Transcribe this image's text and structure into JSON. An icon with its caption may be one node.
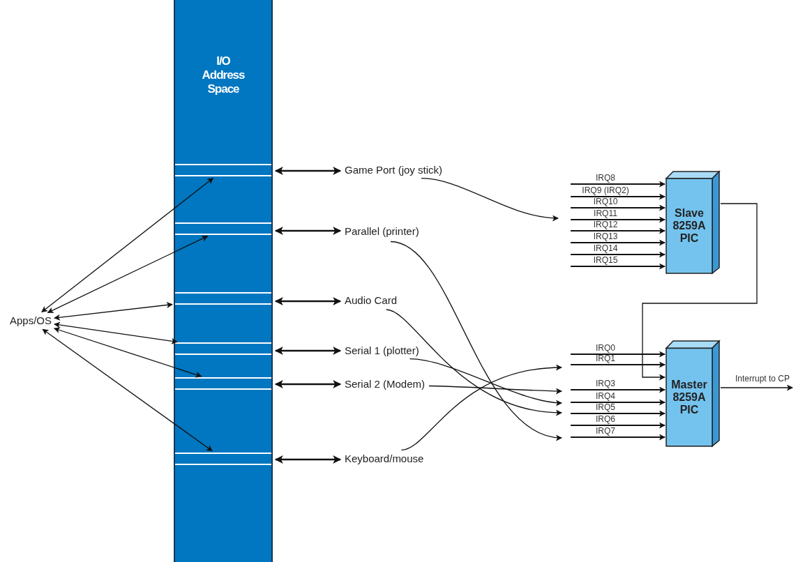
{
  "diagram": {
    "nodes": [
      {
        "text": [
          "I/O Address Space"
        ]
      },
      {
        "text": [],
        "shape": "box",
        "in": 0
      },
      {
        "text": [],
        "shape": "box",
        "in": 0
      },
      {
        "text": [],
        "shape": "box",
        "in": 0
      },
      {
        "text": [],
        "shape": "box",
        "in": 0
      },
      {
        "text": [],
        "shape": "box",
        "in": 0
      },
      {
        "text": [],
        "shape": "box",
        "in": 0
      },
      {
        "text": [
          "Apps/OS"
        ]
      },
      {
        "text": [
          "Game Port (joy stick)"
        ]
      },
      {
        "text": [
          "Parallel (printer)"
        ]
      },
      {
        "text": [
          "Audio Card"
        ]
      },
      {
        "text": [
          "Serial 1 (plotter)"
        ]
      },
      {
        "text": [
          "Serial 2 (Modem)"
        ]
      },
      {
        "text": [
          "Keyboard/mouse"
        ]
      },
      {
        "text": [
          "Slave 8259A PIC"
        ]
      },
      {
        "text": [
          "Master 8259A PIC"
        ]
      }
    ],
    "edges": [
      {
        "from": 7,
        "to": 1,
        "arrow": "both"
      },
      {
        "from": 7,
        "to": 2,
        "arrow": "both"
      },
      {
        "from": 7,
        "to": 3,
        "arrow": "both"
      },
      {
        "from": 7,
        "to": 4,
        "arrow": "both"
      },
      {
        "from": 7,
        "to": 5,
        "arrow": "both"
      },
      {
        "from": 7,
        "to": 6,
        "arrow": "both"
      },
      {
        "from": 1,
        "to": 8,
        "arrow": "both"
      },
      {
        "from": 2,
        "to": 9,
        "arrow": "both"
      },
      {
        "from": 3,
        "to": 10,
        "arrow": "both"
      },
      {
        "from": 4,
        "to": 11,
        "arrow": "both"
      },
      {
        "from": 5,
        "to": 12,
        "arrow": "both"
      },
      {
        "from": 6,
        "to": 13,
        "arrow": "both"
      },
      {
        "from": 8,
        "to": null,
        "arrow": "to"
      },
      {
        "from": 9,
        "to": null,
        "arrow": "to"
      },
      {
        "from": 10,
        "to": null,
        "arrow": "to"
      },
      {
        "from": 11,
        "to": null,
        "arrow": "to"
      },
      {
        "from": 12,
        "to": null,
        "arrow": "to"
      },
      {
        "from": 13,
        "to": null,
        "arrow": "to"
      },
      {
        "from": null,
        "to": 14,
        "arrow": "to",
        "label": "IRQ8"
      },
      {
        "from": null,
        "to": 14,
        "arrow": "to",
        "label": "IRQ9 (IRQ2)"
      },
      {
        "from": null,
        "to": 14,
        "arrow": "to",
        "label": "IRQ10"
      },
      {
        "from": null,
        "to": 14,
        "arrow": "to",
        "label": "IRQ11"
      },
      {
        "from": null,
        "to": 14,
        "arrow": "to",
        "label": "IRQ12"
      },
      {
        "from": null,
        "to": 14,
        "arrow": "to",
        "label": "IRQ13"
      },
      {
        "from": null,
        "to": 14,
        "arrow": "to",
        "label": "IRQ14"
      },
      {
        "from": null,
        "to": 14,
        "arrow": "to",
        "label": "IRQ15"
      },
      {
        "from": null,
        "to": 15,
        "arrow": "to",
        "label": "IRQ0"
      },
      {
        "from": null,
        "to": 15,
        "arrow": "to",
        "label": "IRQ1"
      },
      {
        "from": null,
        "to": 15,
        "arrow": "to",
        "label": "IRQ3"
      },
      {
        "from": null,
        "to": 15,
        "arrow": "to",
        "label": "IRQ4"
      },
      {
        "from": null,
        "to": 15,
        "arrow": "to",
        "label": "IRQ5"
      },
      {
        "from": null,
        "to": 15,
        "arrow": "to",
        "label": "IRQ6"
      },
      {
        "from": null,
        "to": 15,
        "arrow": "to",
        "label": "IRQ7"
      },
      {
        "from": 14,
        "to": 15,
        "arrow": "to"
      },
      {
        "from": 15,
        "to": null,
        "arrow": "to",
        "label": "Interrupt to CP"
      }
    ]
  }
}
